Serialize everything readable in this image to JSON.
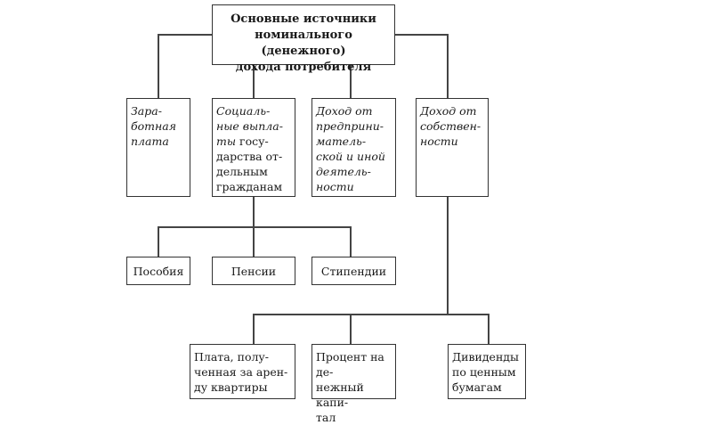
{
  "root": {
    "label": "Основные источники\nноминального (денежного)\nдохода потребителя"
  },
  "sources": [
    {
      "label": "Зара-\nботная\nплата"
    },
    {
      "label_italic": "Социаль-\nные выпла-\nты",
      "label_rest": " госу-\nдарства от-\nдельным\nгражданам"
    },
    {
      "label": "Доход от\nпредприни-\nматель-\nской и иной\nдеятель-\nности"
    },
    {
      "label": "Доход от\nсобствен-\nности"
    }
  ],
  "social_payments": [
    {
      "label": "Пособия"
    },
    {
      "label": "Пенсии"
    },
    {
      "label": "Стипендии"
    }
  ],
  "property_income": [
    {
      "label": "Плата, полу-\nченная за арен-\nду квартиры"
    },
    {
      "label": "Процент на де-\nнежный капи-\nтал"
    },
    {
      "label": "Дивиденды\nпо ценным\nбумагам"
    }
  ]
}
